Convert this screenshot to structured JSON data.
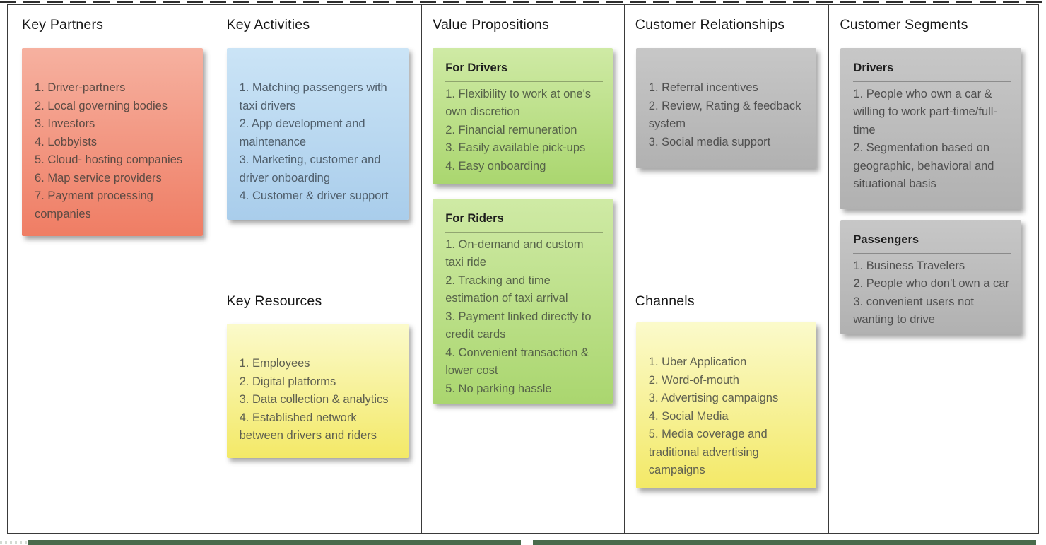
{
  "colors": {
    "note_red_top": "#f6b1a0",
    "note_red_bottom": "#ef7d64",
    "note_blue_top": "#cbe4f6",
    "note_blue_bottom": "#a9cdeb",
    "note_yellow_top": "#fbfacb",
    "note_yellow_bottom": "#f3e967",
    "note_green_top": "#cfeaa5",
    "note_green_bottom": "#aad66f",
    "note_gray_top": "#c7c7c7",
    "note_gray_bottom": "#b1b1b1",
    "grid_line": "#3a3a3a",
    "bottom_bar_green": "#4a6b4c"
  },
  "blocks": {
    "key_partners": {
      "title": "Key Partners",
      "note": {
        "items": [
          "1. Driver-partners",
          "2. Local governing bodies",
          "3. Investors",
          "4. Lobbyists",
          "5. Cloud- hosting companies",
          "6. Map service providers",
          "7. Payment processing companies"
        ]
      }
    },
    "key_activities": {
      "title": "Key Activities",
      "note": {
        "items": [
          "1. Matching passengers with taxi drivers",
          "2. App development and maintenance",
          "3. Marketing, customer and driver onboarding",
          "4. Customer & driver support"
        ]
      }
    },
    "key_resources": {
      "title": "Key Resources",
      "note": {
        "items": [
          "1. Employees",
          "2. Digital platforms",
          "3. Data collection & analytics",
          "4. Established network between drivers and riders"
        ]
      }
    },
    "value_propositions": {
      "title": "Value Propositions",
      "notes": [
        {
          "header": "For Drivers",
          "items": [
            "1. Flexibility to work at one's own discretion",
            "2. Financial remuneration",
            "3. Easily available pick-ups",
            "4. Easy onboarding"
          ]
        },
        {
          "header": "For Riders",
          "items": [
            "1. On-demand and custom taxi ride",
            "2. Tracking and time estimation of taxi arrival",
            "3. Payment linked directly to credit cards",
            "4. Convenient transaction & lower cost",
            "5. No parking hassle"
          ]
        }
      ]
    },
    "customer_relationships": {
      "title": "Customer Relationships",
      "note": {
        "items": [
          "1. Referral incentives",
          "2. Review, Rating &  feedback system",
          "3. Social media support"
        ]
      }
    },
    "channels": {
      "title": "Channels",
      "note": {
        "items": [
          "1. Uber Application",
          "2. Word-of-mouth",
          "3. Advertising campaigns",
          "4. Social Media",
          "5. Media coverage and traditional advertising campaigns"
        ]
      }
    },
    "customer_segments": {
      "title": "Customer Segments",
      "notes": [
        {
          "header": "Drivers",
          "items": [
            "1. People who own a car & willing to work part-time/full-time",
            "2. Segmentation based on geographic, behavioral and situational basis"
          ]
        },
        {
          "header": "Passengers",
          "items": [
            "1. Business Travelers",
            "2. People who don't own a car",
            "3. convenient users not wanting to drive"
          ]
        }
      ]
    }
  }
}
